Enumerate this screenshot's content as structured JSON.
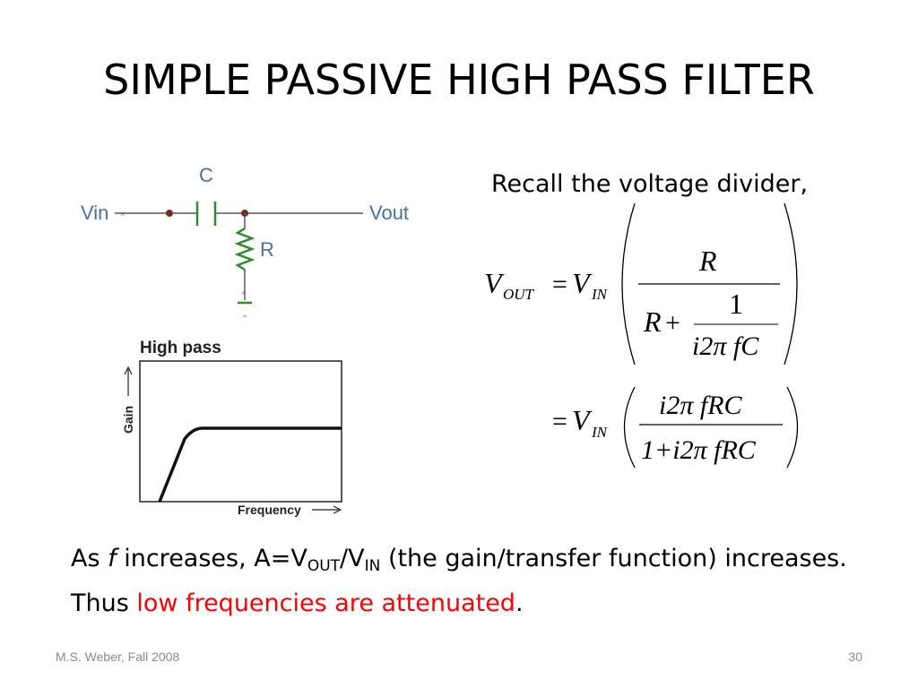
{
  "slide": {
    "title": "SIMPLE PASSIVE HIGH PASS FILTER",
    "footer_left": "M.S. Weber, Fall 2008",
    "page_number": "30"
  },
  "circuit": {
    "vin_label": "Vin",
    "vout_label": "Vout",
    "capacitor_label": "C",
    "resistor_label": "R",
    "wire_color": "#555555",
    "node_color": "#7a2a1a",
    "resistor_color": "#2e8b2e",
    "label_color": "#4a6fa5"
  },
  "gain_plot": {
    "title": "High pass",
    "y_label": "Gain",
    "x_label": "Frequency"
  },
  "equation": {
    "intro": "Recall the voltage divider,",
    "lhs_v": "V",
    "lhs_sub": "OUT",
    "vin_v": "V",
    "vin_sub": "IN",
    "eq1_num": "R",
    "eq1_den_r": "R",
    "eq1_plus": "+",
    "eq1_inner_num": "1",
    "eq1_inner_den": "i2π fC",
    "eq2_num": "i2π fRC",
    "eq2_den": "1+i2π fRC",
    "equals": "="
  },
  "body": {
    "line1_as": "As ",
    "line1_f": "f",
    "line1_mid": " increases, A=V",
    "line1_sub_out": "OUT",
    "line1_slash": "/V",
    "line1_sub_in": "IN",
    "line1_end": " (the gain/transfer function) increases.",
    "line2_thus": "Thus ",
    "line2_red": "low frequencies are attenuated",
    "line2_end": "."
  }
}
